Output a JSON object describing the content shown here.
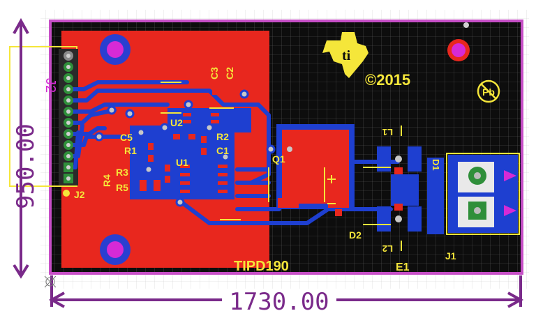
{
  "board": {
    "name": "TIPD190",
    "copyright": "©2015",
    "width_label": "1730.00",
    "height_label": "950.00",
    "logo": "ti-texas-logo",
    "pb_free_mark": "Pb"
  },
  "refdes": {
    "j2_top": "J2",
    "j2_bottom": "J2",
    "c3": "C3",
    "c2": "C2",
    "u2": "U2",
    "c5": "C5",
    "r2": "R2",
    "r1": "R1",
    "c1": "C1",
    "u1": "U1",
    "r3": "R3",
    "r5": "R5",
    "r4": "R4",
    "q1": "Q1",
    "d2": "D2",
    "d1": "D1",
    "l1": "L1",
    "l2": "L2",
    "e1": "E1",
    "j1": "J1"
  },
  "colors": {
    "background": "#ffffff",
    "dimension": "#7a2a8a",
    "board_outline": "#c64ec6",
    "board_fill": "#0d0d0d",
    "grid": "#c8c8c8",
    "top_copper": "#e8271e",
    "bottom_copper": "#1e3fd0",
    "silkscreen": "#f5e63a",
    "pad": "#2f8f3a",
    "via": "#c8c8c8",
    "mounting_hole": "#d62ad6"
  }
}
